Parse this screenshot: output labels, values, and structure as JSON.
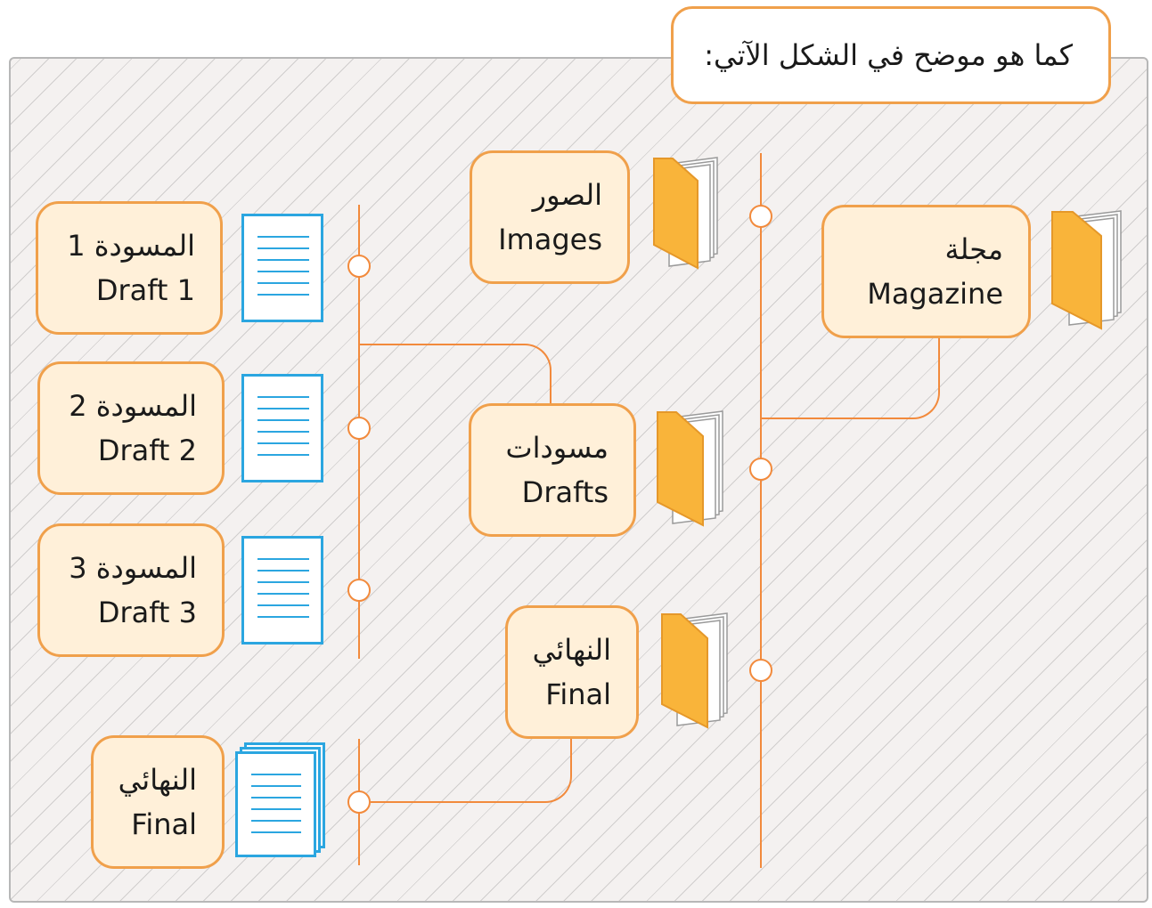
{
  "caption": "كما هو موضح في الشكل الآتي:",
  "nodes": {
    "magazine": {
      "ar": "مجلة",
      "en": "Magazine"
    },
    "images": {
      "ar": "الصور",
      "en": "Images"
    },
    "drafts": {
      "ar": "مسودات",
      "en": "Drafts"
    },
    "final_folder": {
      "ar": "النهائي",
      "en": "Final"
    },
    "draft1": {
      "ar": "المسودة 1",
      "en": "Draft 1"
    },
    "draft2": {
      "ar": "المسودة 2",
      "en": "Draft 2"
    },
    "draft3": {
      "ar": "المسودة 3",
      "en": "Draft 3"
    },
    "final_file": {
      "ar": "النهائي",
      "en": "Final"
    }
  },
  "colors": {
    "line": "#f28a3c",
    "box_fill": "#fff0d9",
    "box_border": "#f0a04b",
    "folder": "#f9b43a",
    "document": "#2ba6e0"
  },
  "icons": {
    "folder": "folder-icon",
    "document": "document-icon"
  }
}
